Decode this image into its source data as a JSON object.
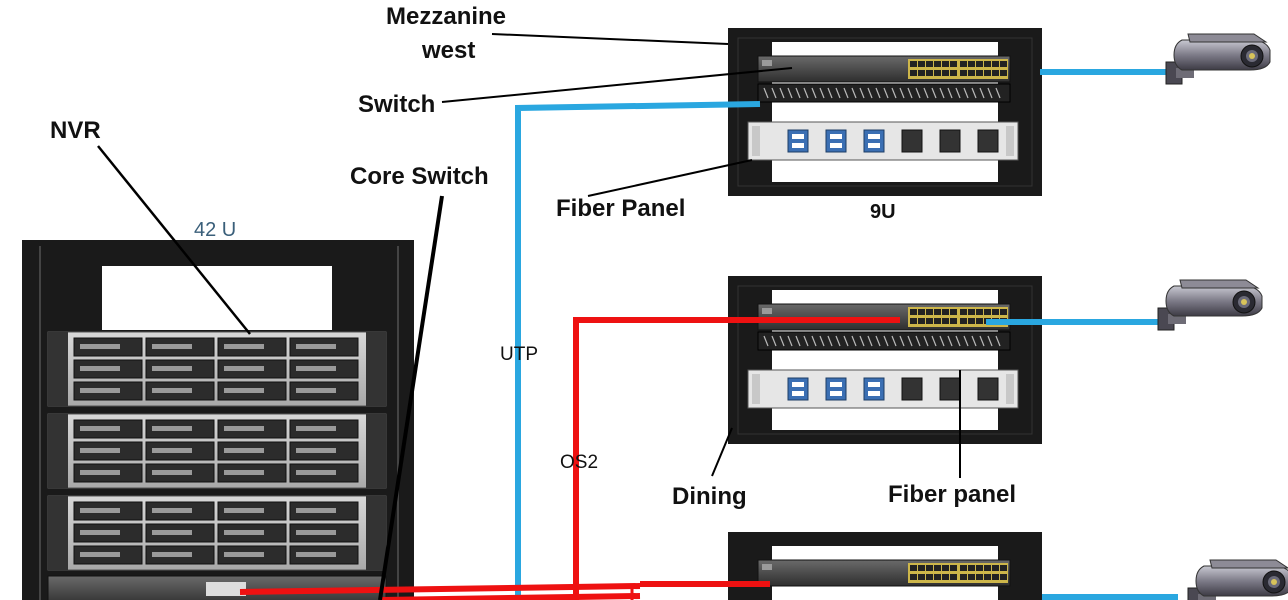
{
  "labels": {
    "mezzanine_line1": "Mezzanine",
    "mezzanine_line2": "west",
    "switch": "Switch",
    "nvr": "NVR",
    "core_switch": "Core Switch",
    "fiber_panel_top": "Fiber Panel",
    "nine_u": "9U",
    "forty_two_u": "42 U",
    "utp": "UTP",
    "os2": "OS2",
    "dining": "Dining",
    "fiber_panel_mid": "Fiber panel"
  },
  "colors": {
    "utp_cable": "#2aa7e0",
    "os2_cable": "#ee1111",
    "rack_frame": "#1a1a1a",
    "forty_two_u_text": "#3a5f7a"
  },
  "icons": [
    "cctv-camera-icon",
    "network-switch-icon",
    "fiber-panel-icon",
    "nvr-unit-icon"
  ]
}
